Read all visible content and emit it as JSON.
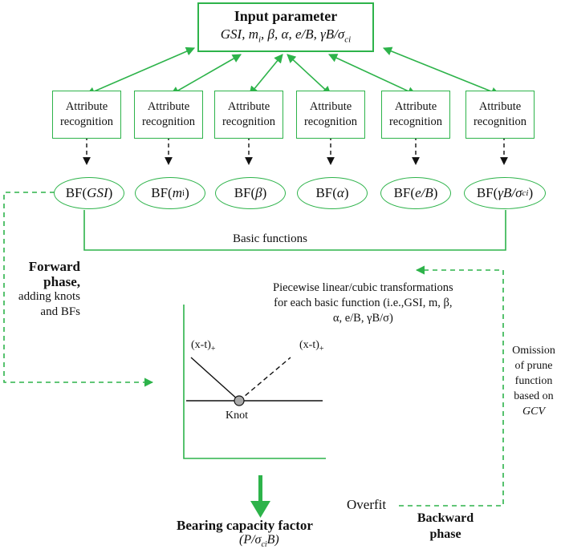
{
  "input": {
    "title": "Input parameter",
    "params": "GSI, m, β, α, e/B, γB/σ",
    "params_parts": {
      "gsi": "GSI",
      "m": "m",
      "m_sub": "i",
      "beta": "β",
      "alpha": "α",
      "eb": "e/B",
      "gb": "γB/σ",
      "gb_sub": "ci"
    }
  },
  "attributes": [
    {
      "line1": "Attribute",
      "line2": "recognition"
    },
    {
      "line1": "Attribute",
      "line2": "recognition"
    },
    {
      "line1": "Attribute",
      "line2": "recognition"
    },
    {
      "line1": "Attribute",
      "line2": "recognition"
    },
    {
      "line1": "Attribute",
      "line2": "recognition"
    },
    {
      "line1": "Attribute",
      "line2": "recognition"
    }
  ],
  "bfs": [
    {
      "prefix": "BF(",
      "arg": "GSI",
      "sub": "",
      "suffix": ")"
    },
    {
      "prefix": "BF(",
      "arg": "m",
      "sub": "i",
      "suffix": ")"
    },
    {
      "prefix": "BF(",
      "arg": "β",
      "sub": "",
      "suffix": ")"
    },
    {
      "prefix": "BF(",
      "arg": "α",
      "sub": "",
      "suffix": ")"
    },
    {
      "prefix": "BF(",
      "arg": "e/B",
      "sub": "",
      "suffix": ")"
    },
    {
      "prefix": "BF(",
      "arg": "γB/σ",
      "sub": "ci",
      "suffix": " )"
    }
  ],
  "basic_functions_label": "Basic functions",
  "forward": {
    "title1": "Forward",
    "title2": "phase,",
    "line3": "adding knots",
    "line4": "and BFs"
  },
  "piecewise": {
    "line1": "Piecewise linear/cubic transformations",
    "line2": "for each basic function (i.e.,GSI, m, β,",
    "line3": "α, e/B, γB/σ)"
  },
  "graph": {
    "left_label": "(x-t)",
    "right_label": "(x-t)",
    "sub": "+",
    "knot_label": "Knot"
  },
  "omission": {
    "l1": "Omission",
    "l2": "of prune",
    "l3": "function",
    "l4": "based on",
    "l5": "GCV"
  },
  "overfit": "Overfit",
  "backward": {
    "l1": "Backward",
    "l2": "phase"
  },
  "output": {
    "title": "Bearing capacity factor",
    "formula_pre": "(P/σ",
    "formula_sub": "ci",
    "formula_post": "B)"
  },
  "colors": {
    "accent": "#2db34a",
    "line": "#111111"
  }
}
